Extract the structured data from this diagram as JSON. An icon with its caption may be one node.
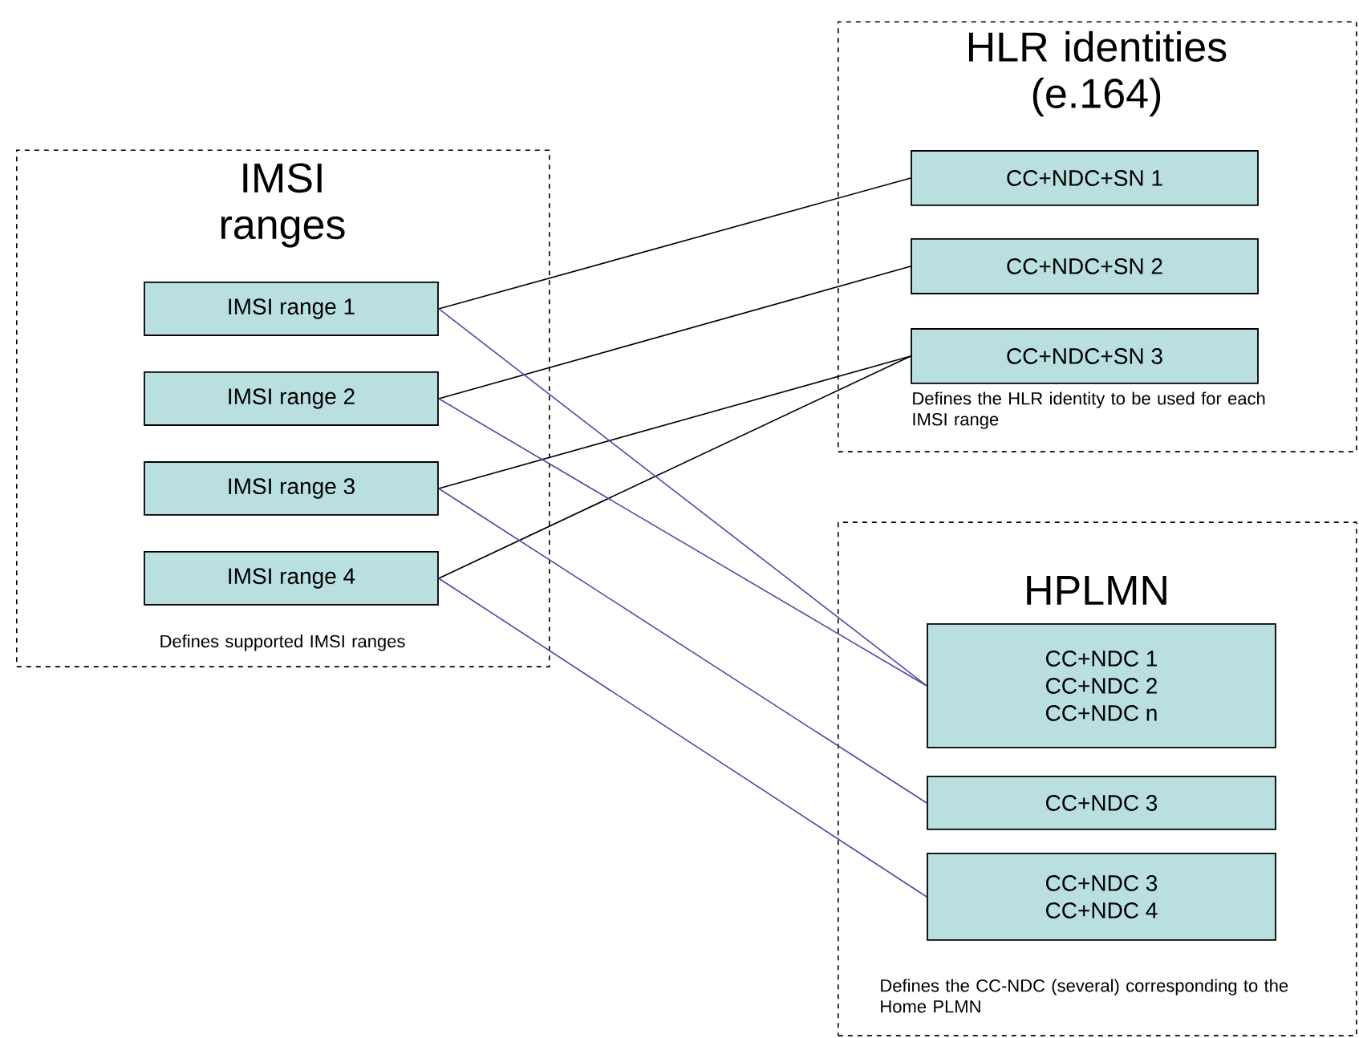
{
  "diagram": {
    "nodes": [
      {
        "text": [
          "IMSI ranges",
          "Defines supported IMSI ranges"
        ]
      },
      {
        "text": [
          "IMSI range 1"
        ],
        "in": 0
      },
      {
        "text": [
          "IMSI range 2"
        ],
        "in": 0
      },
      {
        "text": [
          "IMSI range 3"
        ],
        "in": 0
      },
      {
        "text": [
          "IMSI range 4"
        ],
        "in": 0
      },
      {
        "text": [
          "HLR identities (e.164)",
          "Defines the HLR identity to be used for each IMSI range"
        ]
      },
      {
        "text": [
          "CC+NDC+SN 1"
        ],
        "in": 5
      },
      {
        "text": [
          "CC+NDC+SN 2"
        ],
        "in": 5
      },
      {
        "text": [
          "CC+NDC+SN 3"
        ],
        "in": 5
      },
      {
        "text": [
          "HPLMN",
          "Defines the CC-NDC (several) corresponding to the Home PLMN"
        ]
      },
      {
        "text": [
          "CC+NDC 1",
          "CC+NDC 2",
          "CC+NDC n"
        ],
        "in": 9
      },
      {
        "text": [
          "CC+NDC 3"
        ],
        "in": 9
      },
      {
        "text": [
          "CC+NDC 3",
          "CC+NDC 4"
        ],
        "in": 9
      }
    ],
    "edges": [
      {
        "from": 1,
        "to": 6,
        "arrow": "none"
      },
      {
        "from": 2,
        "to": 7,
        "arrow": "none"
      },
      {
        "from": 3,
        "to": 8,
        "arrow": "none"
      },
      {
        "from": 4,
        "to": 8,
        "arrow": "none"
      },
      {
        "from": 1,
        "to": 10,
        "arrow": "none",
        "color": "#4a4aa8"
      },
      {
        "from": 2,
        "to": 10,
        "arrow": "none",
        "color": "#4a4aa8"
      },
      {
        "from": 3,
        "to": 11,
        "arrow": "none",
        "color": "#4a4aa8"
      },
      {
        "from": 4,
        "to": 12,
        "arrow": "none",
        "color": "#4a4aa8"
      }
    ]
  }
}
